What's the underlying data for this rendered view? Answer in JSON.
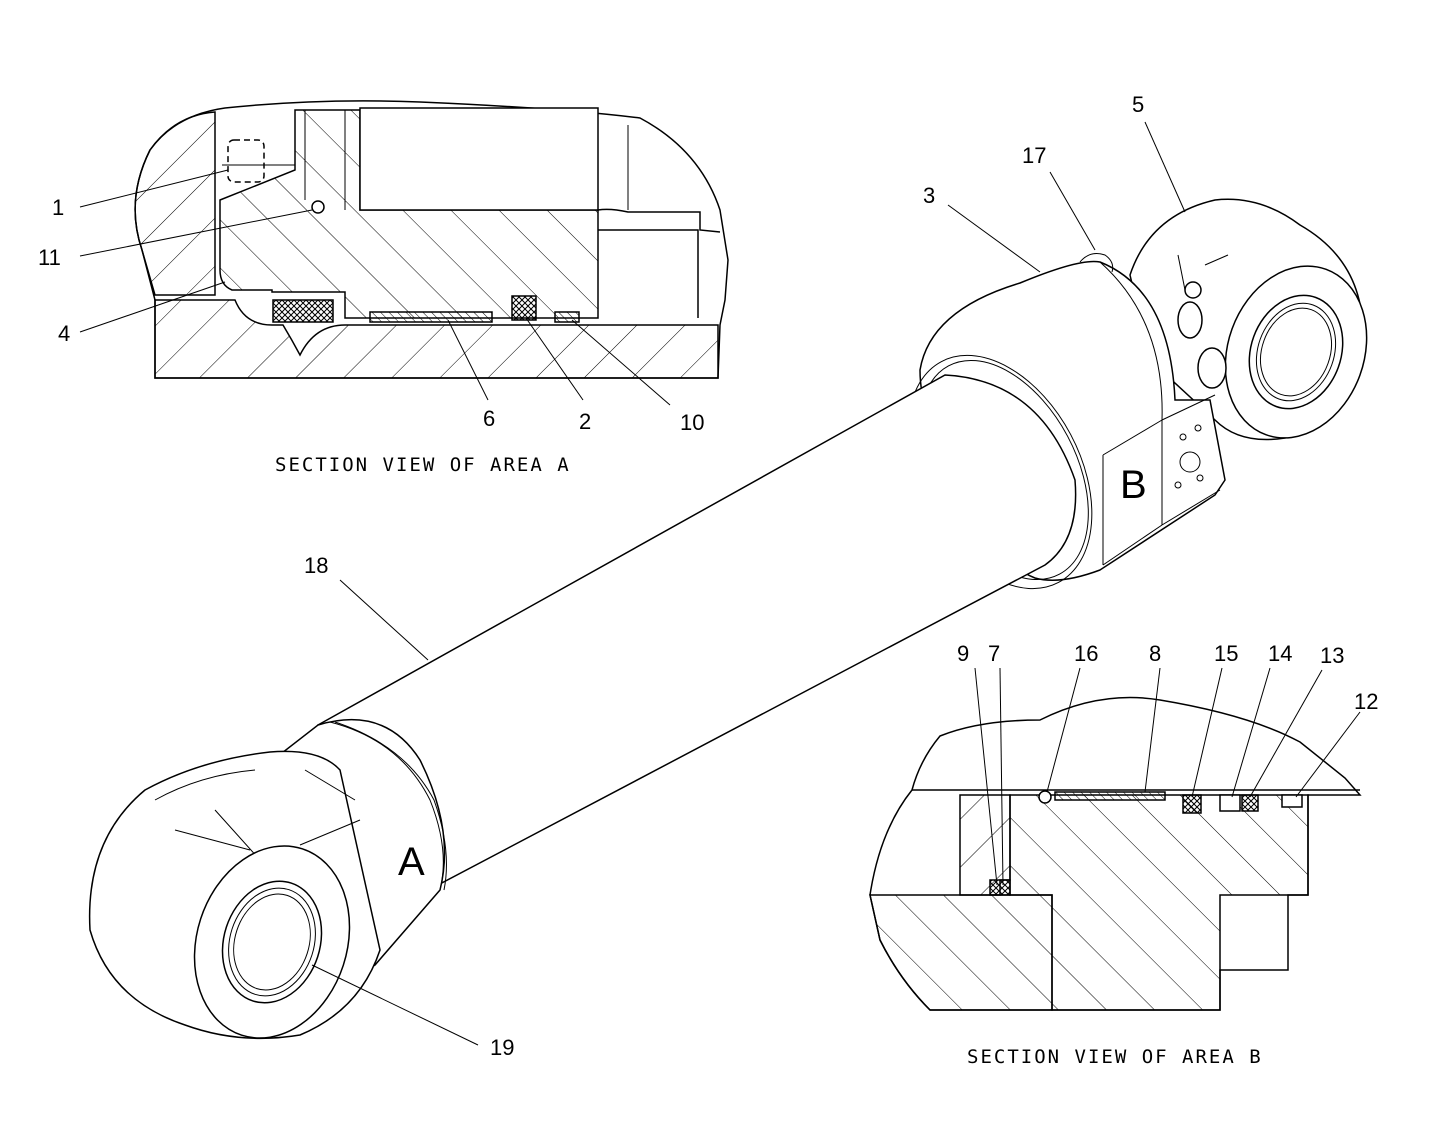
{
  "diagram": {
    "section_a_caption": "SECTION VIEW OF AREA A",
    "section_b_caption": "SECTION VIEW OF AREA B",
    "area_a_letter": "A",
    "area_b_letter": "B",
    "callouts": {
      "c1": "1",
      "c2": "2",
      "c3": "3",
      "c4": "4",
      "c5": "5",
      "c6": "6",
      "c7": "7",
      "c8": "8",
      "c9": "9",
      "c10": "10",
      "c11": "11",
      "c12": "12",
      "c13": "13",
      "c14": "14",
      "c15": "15",
      "c16": "16",
      "c17": "17",
      "c18": "18",
      "c19": "19"
    }
  }
}
